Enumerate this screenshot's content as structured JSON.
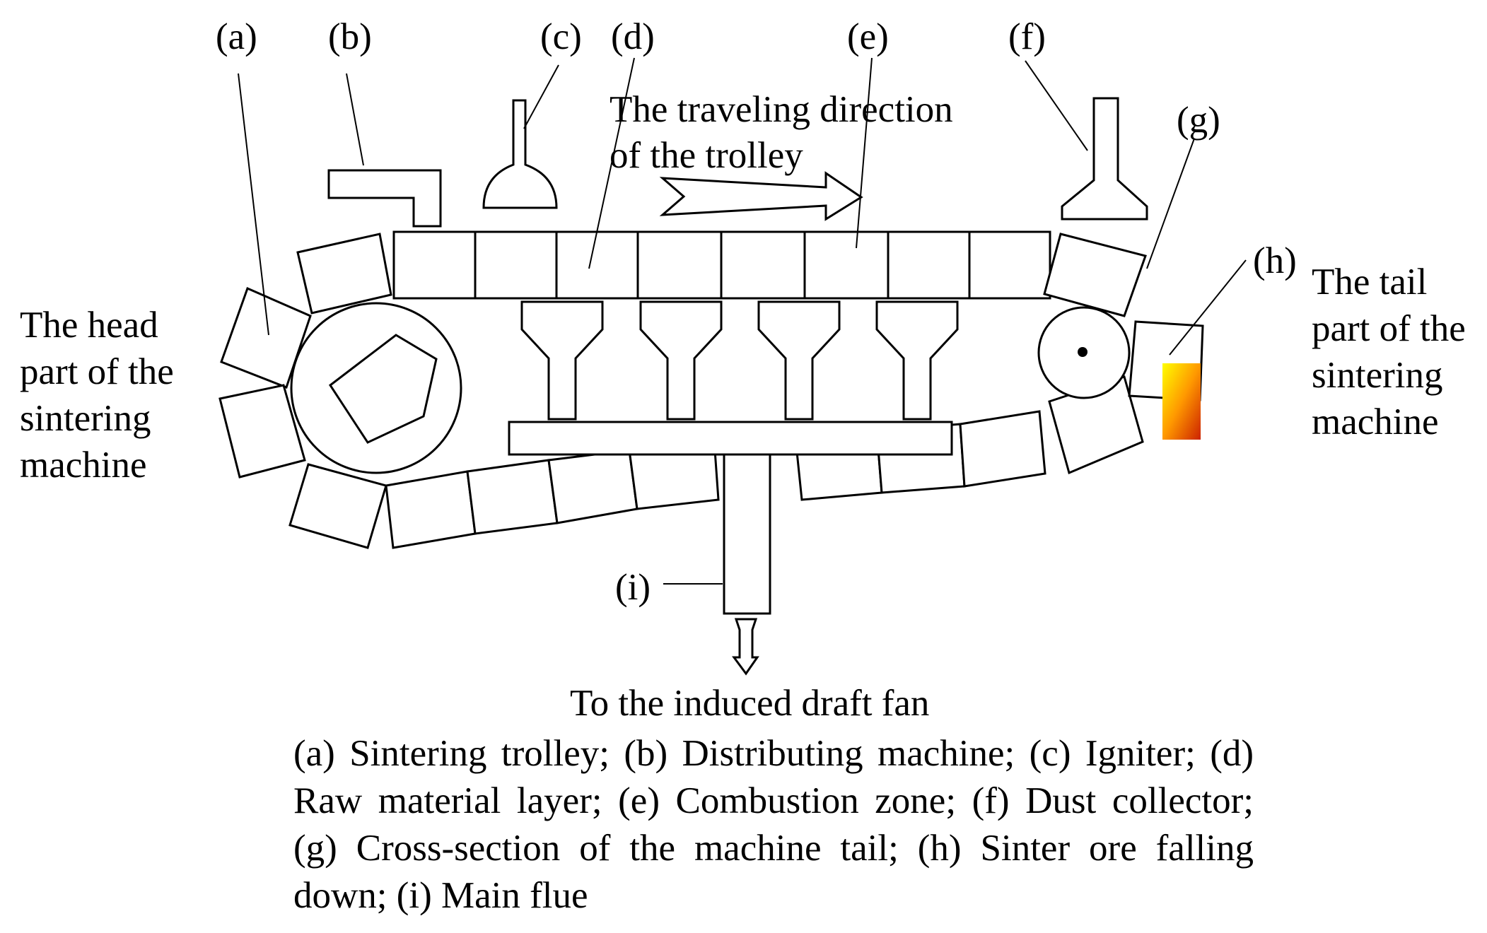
{
  "labels": {
    "a": "(a)",
    "b": "(b)",
    "c": "(c)",
    "d": "(d)",
    "e": "(e)",
    "f": "(f)",
    "g": "(g)",
    "h": "(h)",
    "i": "(i)"
  },
  "direction_label": [
    "The traveling direction",
    "of the trolley"
  ],
  "head_label": [
    "The head",
    "part of the",
    "sintering",
    "machine"
  ],
  "tail_label": [
    "The tail",
    "part of the",
    "sintering",
    "machine"
  ],
  "outlet_label": "To the induced draft fan",
  "legend_text": "(a) Sintering trolley; (b) Distributing machine; (c) Igniter; (d) Raw material layer; (e) Combustion zone; (f) Dust collector; (g) Cross-section of the machine tail; (h) Sinter ore falling down; (i) Main flue",
  "colors": {
    "stroke": "#000000",
    "fill": "#ffffff",
    "falling_ore_top": "#ffff00",
    "falling_ore_bottom": "#cc3300"
  }
}
